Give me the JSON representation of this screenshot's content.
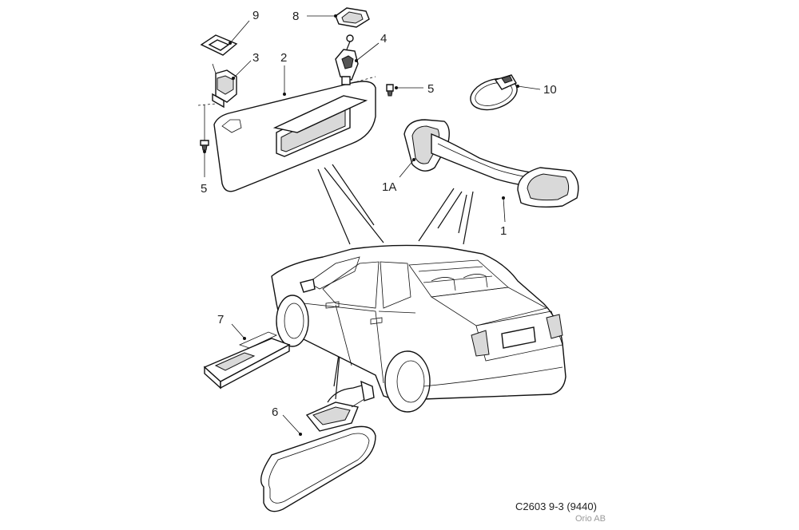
{
  "callouts": {
    "c9": "9",
    "c8": "8",
    "c3": "3",
    "c2": "2",
    "c4": "4",
    "c5a": "5",
    "c5b": "5",
    "c10": "10",
    "c1a": "1A",
    "c1": "1",
    "c7": "7",
    "c6": "6"
  },
  "caption": {
    "code": "C2603 9-3 (9440)",
    "owner": "Orio AB"
  }
}
